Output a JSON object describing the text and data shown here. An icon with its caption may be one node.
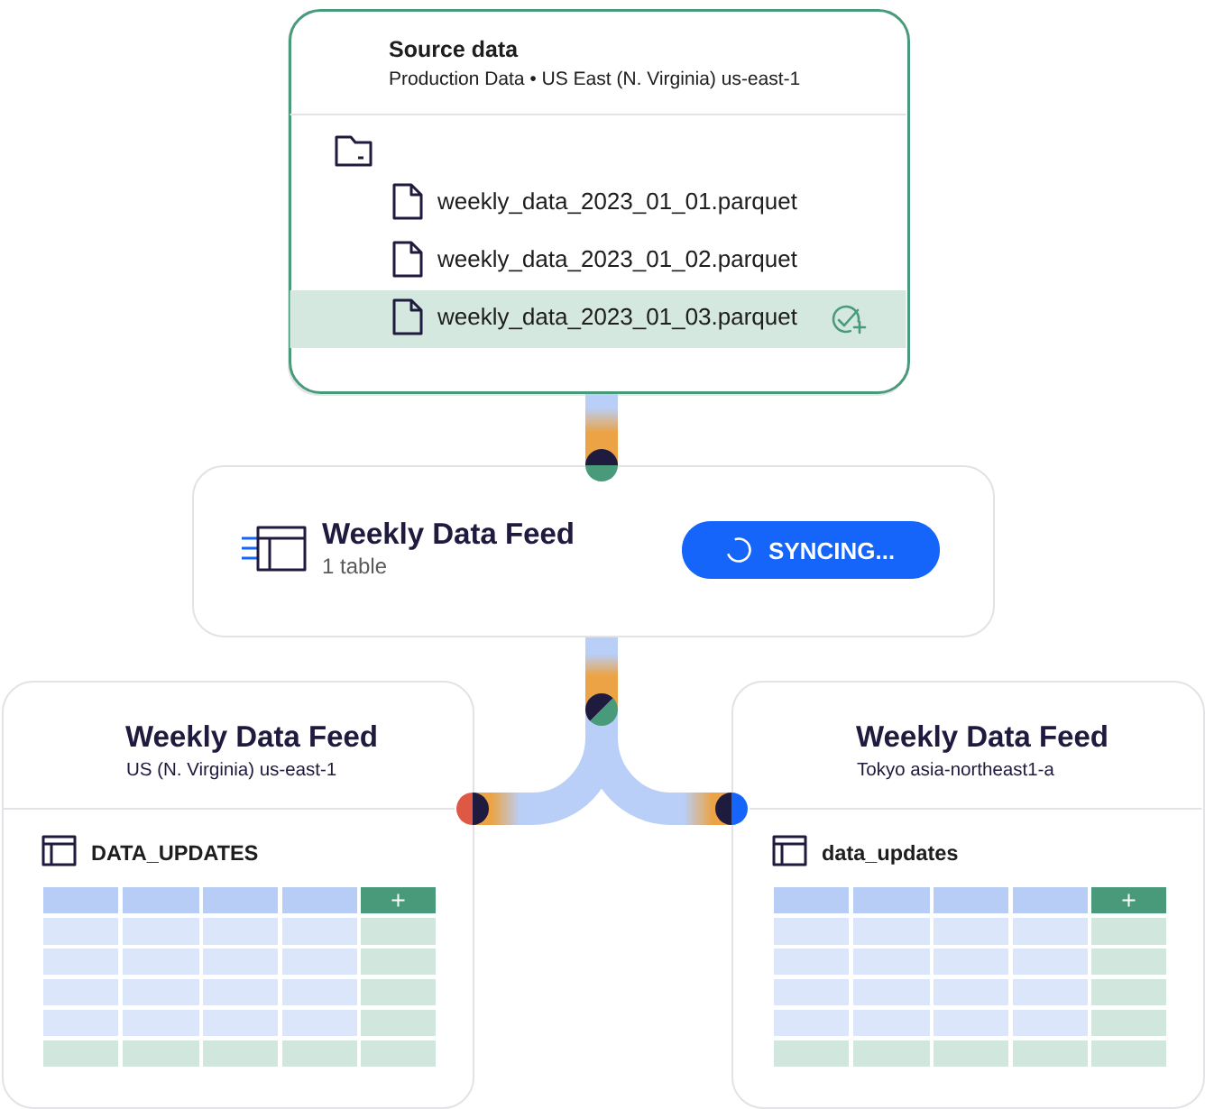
{
  "diagram": {
    "nodes": [
      {
        "text": [
          "Source data",
          "Production Data • US East (N. Virginia) us-east-1"
        ]
      },
      {
        "text": [
          "weekly_data_2023_01_03.parquet"
        ],
        "in": 0
      },
      {
        "text": [
          "Weekly Data Feed",
          "1 table"
        ]
      },
      {
        "text": [
          "SYNCING..."
        ],
        "in": 2
      },
      {
        "text": [
          "Weekly Data Feed",
          "US (N. Virginia) us-east-1",
          "DATA_UPDATES"
        ]
      },
      {
        "text": [
          "Weekly Data Feed",
          "Tokyo asia-northeast1-a",
          "data_updates"
        ]
      }
    ],
    "edges": [
      {
        "from": 0,
        "to": 2,
        "arrow": "other"
      },
      {
        "from": 2,
        "to": 4,
        "arrow": "other"
      },
      {
        "from": 2,
        "to": 5,
        "arrow": "other"
      }
    ],
    "labels": [
      "weekly_data_2023_01_01.parquet",
      "weekly_data_2023_01_02.parquet"
    ]
  }
}
